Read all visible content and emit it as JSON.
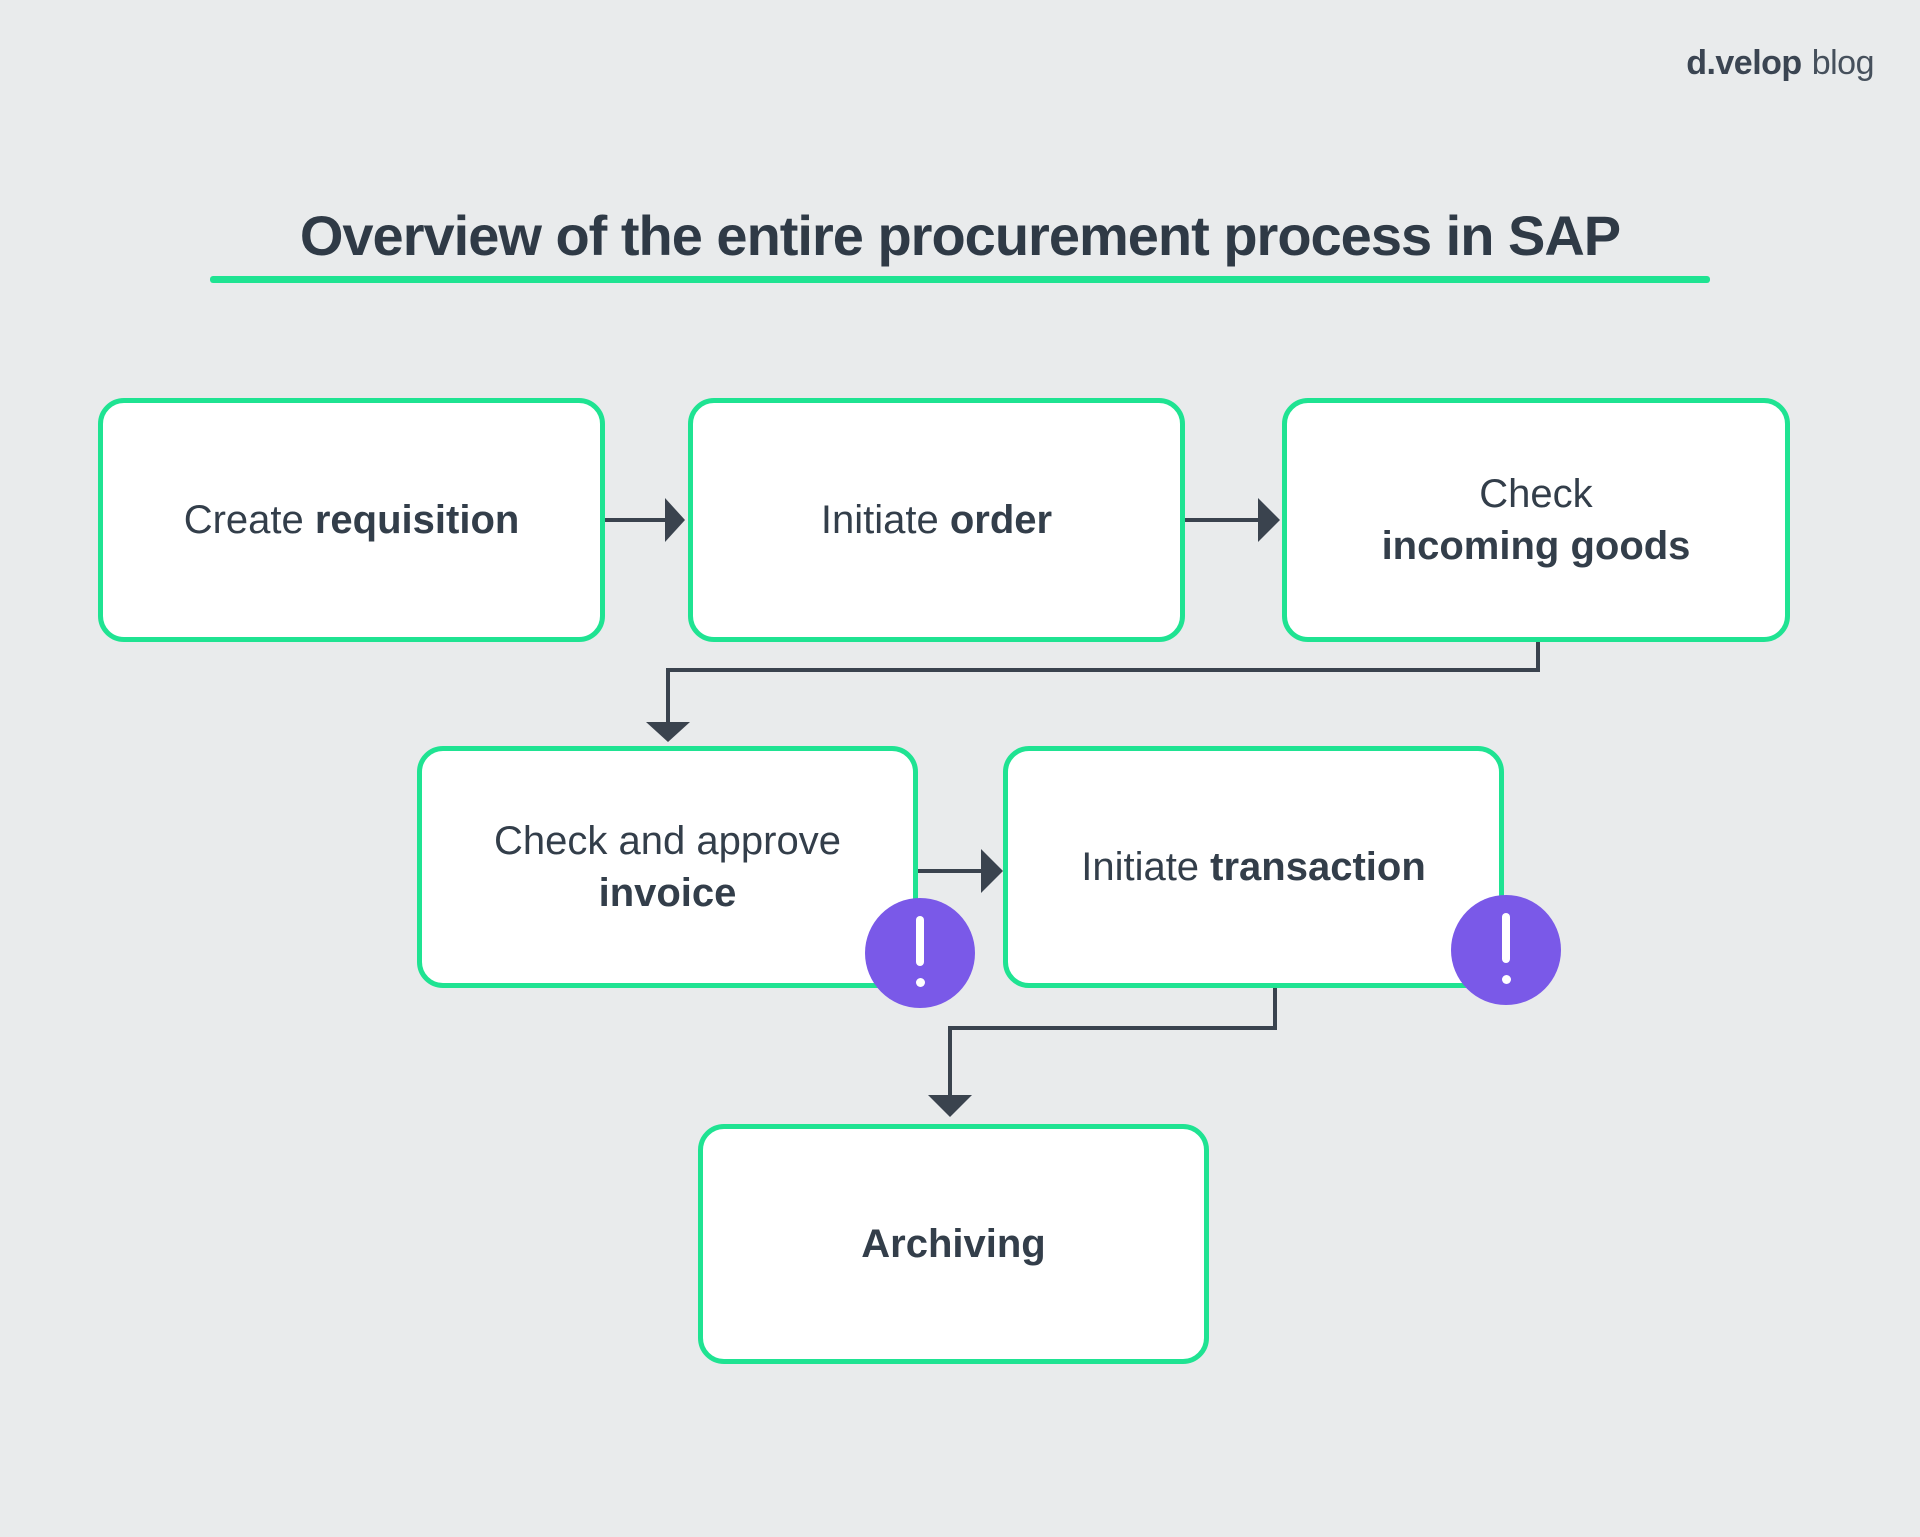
{
  "logo": {
    "brand": "d.velop",
    "suffix": "blog"
  },
  "title": {
    "text": "Overview of the entire procurement process in SAP"
  },
  "colors": {
    "background": "#e9ebec",
    "box_fill": "#ffffff",
    "box_border_green": "#1fe392",
    "underline_green": "#1fe392",
    "connector_dark": "#3a434e",
    "text_dark": "#333e4a",
    "badge_purple": "#7a59e8",
    "badge_symbol_white": "#ffffff",
    "logo_color": "#3b4552"
  },
  "icons": {
    "alert_badge": "exclamation-icon",
    "alert_symbol": "!"
  },
  "nodes": {
    "create_requisition": {
      "regular": "Create ",
      "bold": "requisition"
    },
    "initiate_order": {
      "regular": "Initiate ",
      "bold": "order"
    },
    "check_incoming_goods": {
      "line1": "Check",
      "line2_bold": "incoming goods"
    },
    "check_approve_invoice": {
      "line1": "Check and approve",
      "line2_bold": "invoice"
    },
    "initiate_transaction": {
      "regular": "Initiate ",
      "bold": "transaction"
    },
    "archiving": {
      "bold": "Archiving"
    }
  },
  "edges": [
    {
      "from": "create_requisition",
      "to": "initiate_order"
    },
    {
      "from": "initiate_order",
      "to": "check_incoming_goods"
    },
    {
      "from": "check_incoming_goods",
      "to": "check_approve_invoice"
    },
    {
      "from": "check_approve_invoice",
      "to": "initiate_transaction"
    },
    {
      "from": "initiate_transaction",
      "to": "archiving"
    }
  ],
  "alerts": [
    {
      "on": "check_approve_invoice",
      "symbol": "!"
    },
    {
      "on": "initiate_transaction",
      "symbol": "!"
    }
  ]
}
